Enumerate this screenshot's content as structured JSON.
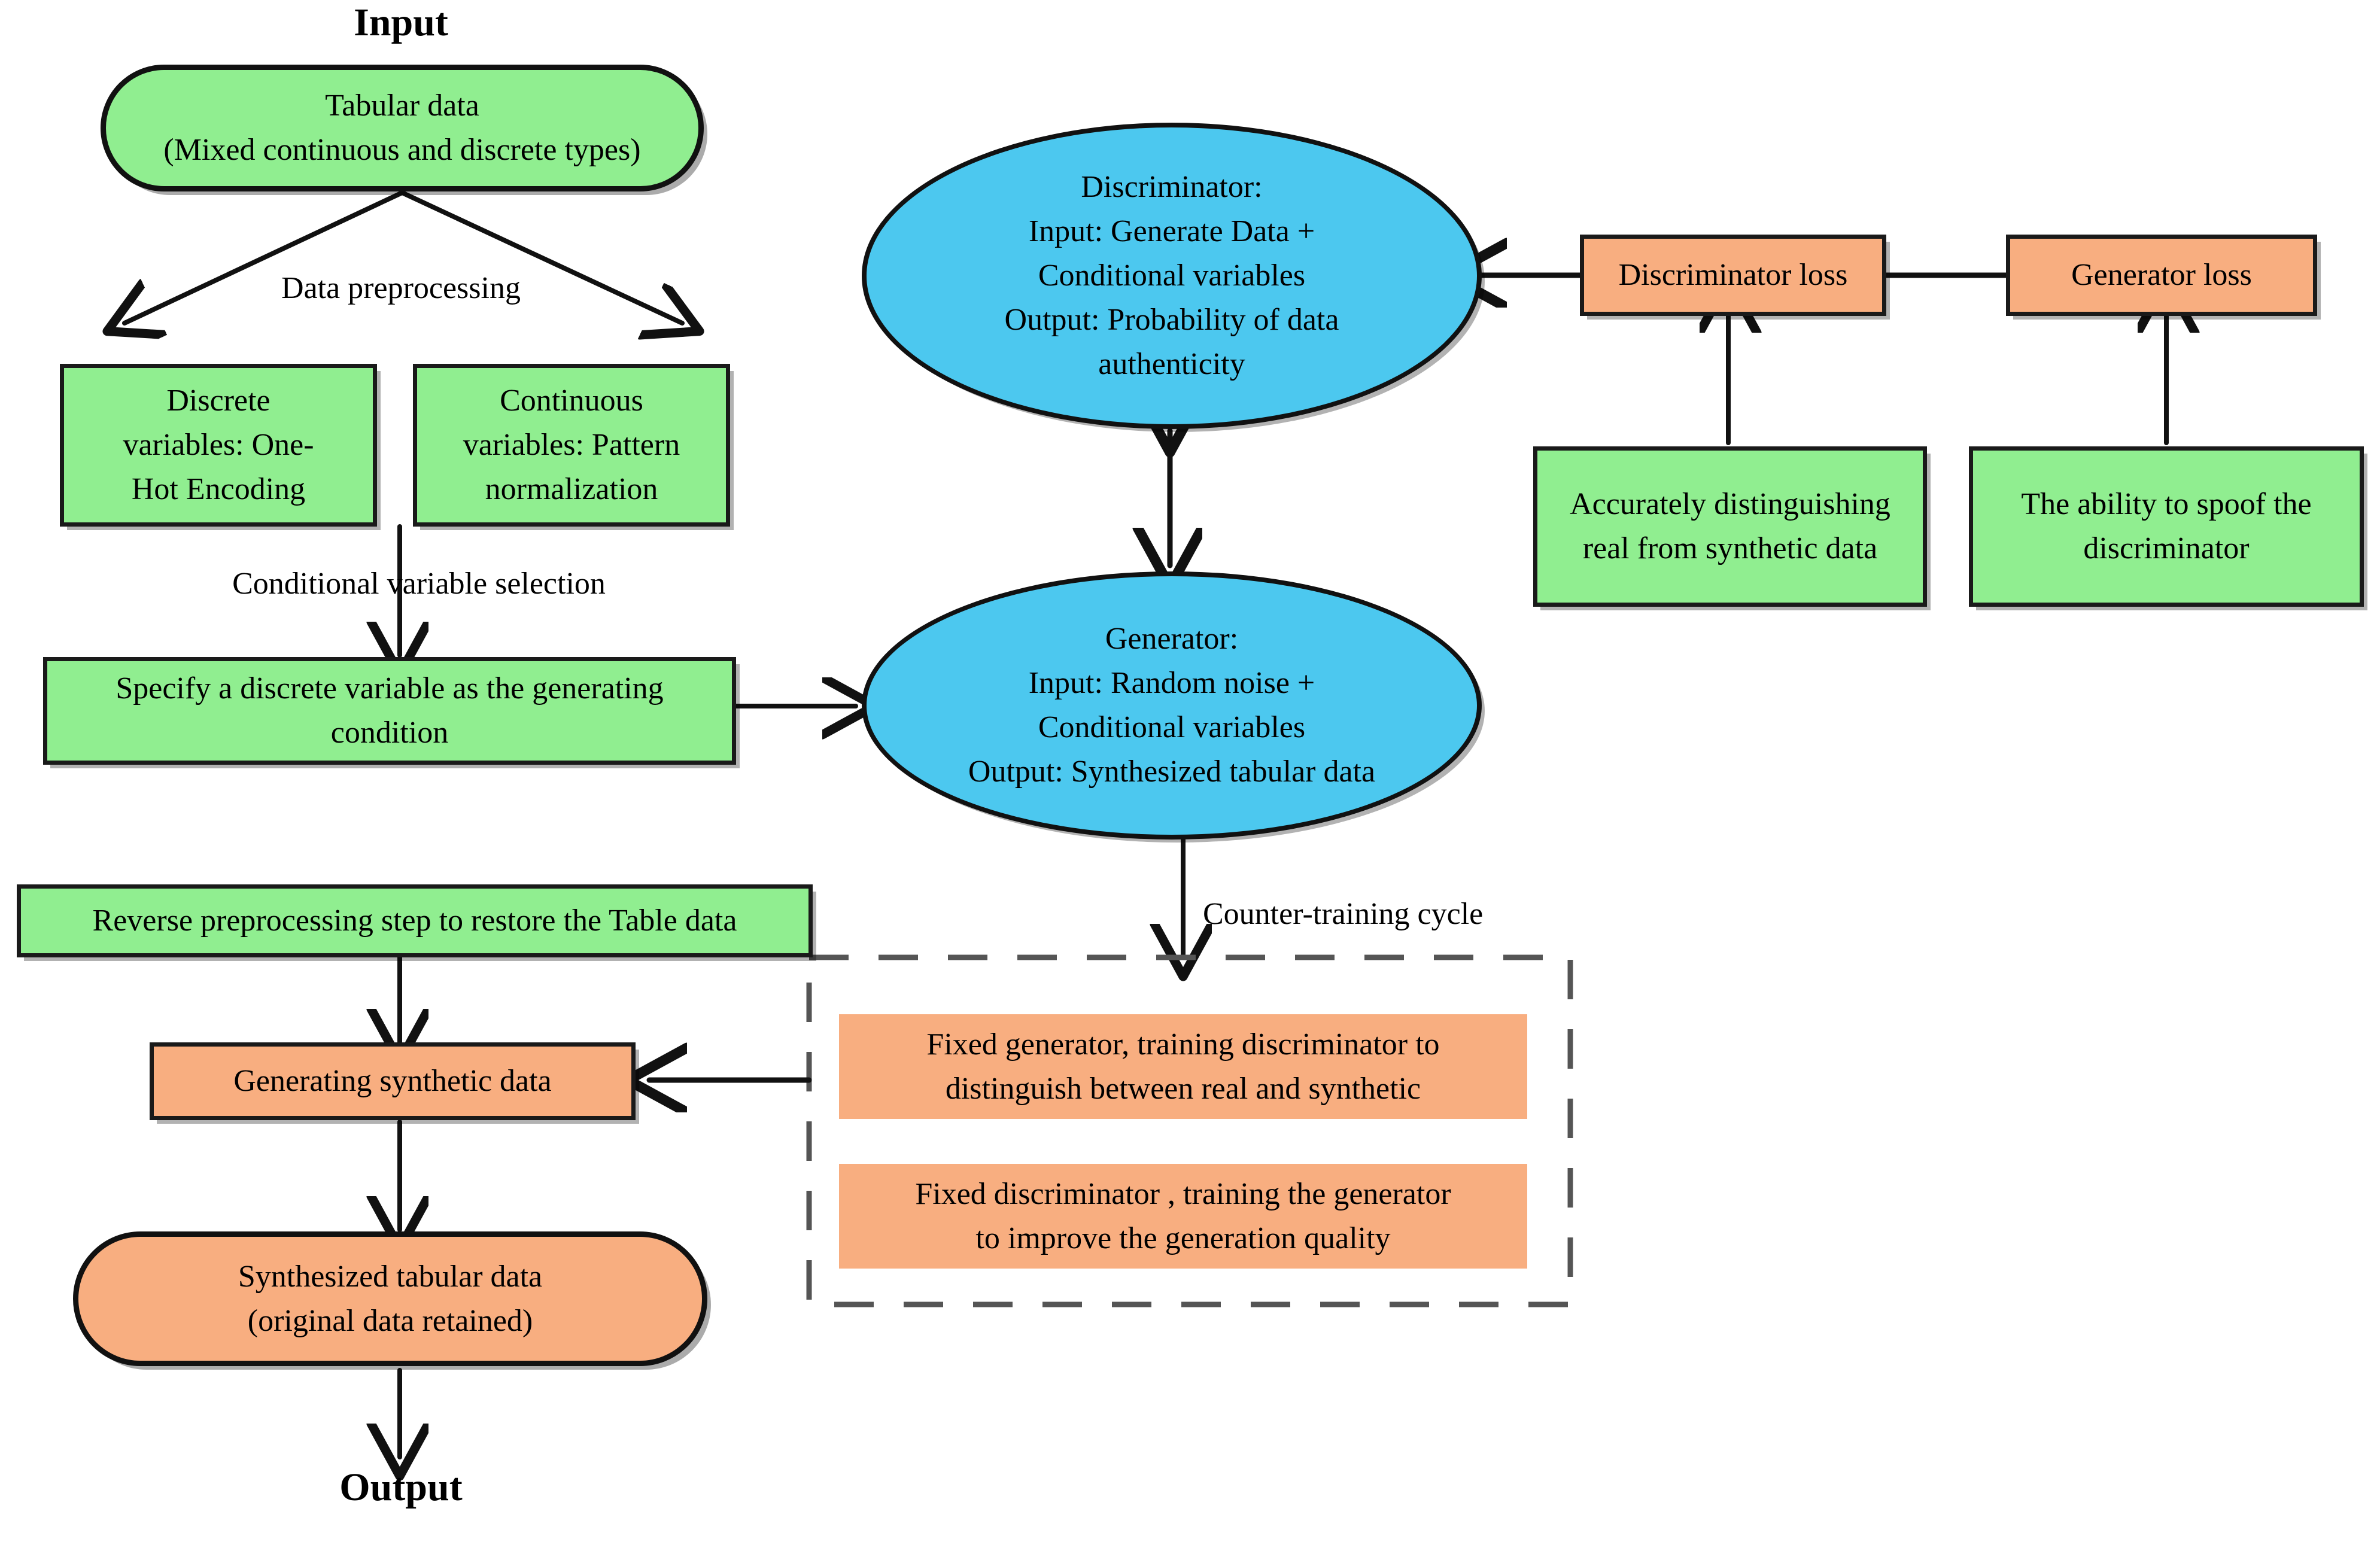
{
  "diagram": {
    "title_top": "Input",
    "title_bottom": "Output",
    "colors": {
      "green": "#90ee90",
      "blue": "#4cc8ef",
      "orange": "#f8ae80",
      "stroke": "#111111",
      "dashed_stroke": "#555555",
      "background": "#ffffff"
    },
    "nodes": {
      "input_data": "Tabular data\n(Mixed continuous and discrete types)",
      "discrete_vars": "Discrete\nvariables: One-\nHot Encoding",
      "continuous_vars": "Continuous\nvariables: Pattern\nnormalization",
      "specify_condition": "Specify a discrete variable as the generating\ncondition",
      "discriminator": "Discriminator:\nInput: Generate Data +\nConditional variables\nOutput: Probability of data\nauthenticity",
      "generator": "Generator:\nInput: Random noise +\nConditional variables\nOutput: Synthesized tabular data",
      "discriminator_loss": "Discriminator loss",
      "generator_loss": "Generator loss",
      "discriminator_goal": "Accurately distinguishing\nreal from synthetic data",
      "generator_goal": "The ability to spoof the\ndiscriminator",
      "reverse_preprocessing": "Reverse preprocessing step to restore the Table data",
      "generating_synthetic": "Generating synthetic data",
      "synthesized_output": "Synthesized tabular data\n(original data retained)",
      "cycle_step_1": "Fixed generator, training discriminator to\ndistinguish between real and synthetic",
      "cycle_step_2": "Fixed discriminator , training the generator\nto improve the generation quality"
    },
    "edge_labels": {
      "data_preprocessing": "Data preprocessing",
      "conditional_variable_selection": "Conditional variable selection",
      "counter_training_cycle": "Counter-training cycle"
    }
  }
}
